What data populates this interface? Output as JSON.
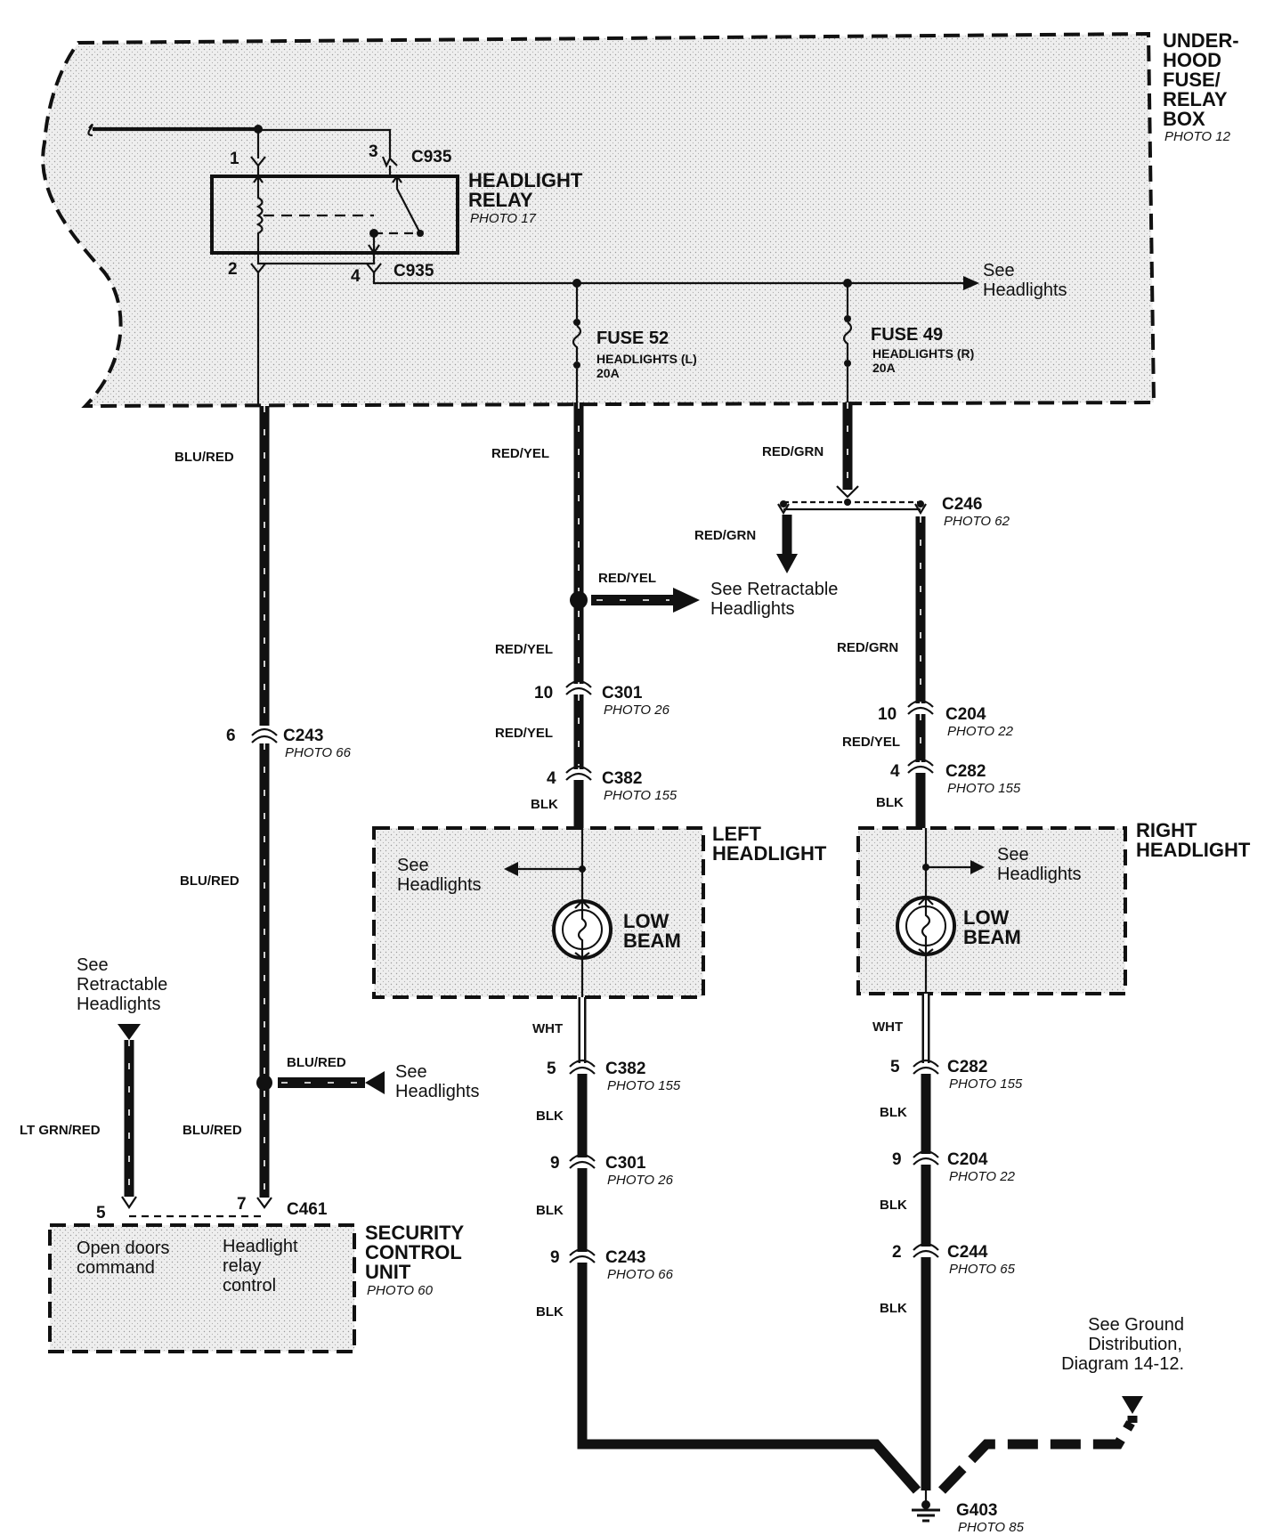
{
  "fuse_box": {
    "title_lines": [
      "UNDER-",
      "HOOD",
      "FUSE/",
      "RELAY",
      "BOX"
    ],
    "photo": "PHOTO 12"
  },
  "relay": {
    "title_lines": [
      "HEADLIGHT",
      "RELAY"
    ],
    "photo": "PHOTO 17",
    "connector": "C935",
    "pins": [
      "1",
      "3",
      "2",
      "4"
    ]
  },
  "see_headlights_top": [
    "See",
    "Headlights"
  ],
  "fuse52": {
    "name": "FUSE 52",
    "desc": "HEADLIGHTS (L)",
    "rating": "20A"
  },
  "fuse49": {
    "name": "FUSE 49",
    "desc": "HEADLIGHTS (R)",
    "rating": "20A"
  },
  "wire_colors": {
    "blu_red": "BLU/RED",
    "red_yel": "RED/YEL",
    "red_grn": "RED/GRN",
    "blk": "BLK",
    "wht": "WHT",
    "lt_grn_red": "LT GRN/RED"
  },
  "connectors": {
    "c243": {
      "name": "C243",
      "photo": "PHOTO 66"
    },
    "c246": {
      "name": "C246",
      "photo": "PHOTO 62"
    },
    "c301": {
      "name": "C301",
      "photo": "PHOTO 26"
    },
    "c382": {
      "name": "C382",
      "photo": "PHOTO 155"
    },
    "c204": {
      "name": "C204",
      "photo": "PHOTO 22"
    },
    "c282": {
      "name": "C282",
      "photo": "PHOTO 155"
    },
    "c244": {
      "name": "C244",
      "photo": "PHOTO 65"
    },
    "c461": {
      "name": "C461"
    }
  },
  "pins": {
    "p6": "6",
    "p10": "10",
    "p4": "4",
    "p5": "5",
    "p9": "9",
    "p2": "2",
    "p7": "7"
  },
  "see_retractable": [
    "See Retractable",
    "Headlights"
  ],
  "see_retractable_left": [
    "See",
    "Retractable",
    "Headlights"
  ],
  "see_headlights": [
    "See",
    "Headlights"
  ],
  "left_headlight": {
    "title_lines": [
      "LEFT",
      "HEADLIGHT"
    ],
    "bulb_lines": [
      "LOW",
      "BEAM"
    ]
  },
  "right_headlight": {
    "title_lines": [
      "RIGHT",
      "HEADLIGHT"
    ],
    "bulb_lines": [
      "LOW",
      "BEAM"
    ]
  },
  "security_unit": {
    "title_lines": [
      "SECURITY",
      "CONTROL",
      "UNIT"
    ],
    "photo": "PHOTO 60",
    "terminal_left": [
      "Open doors",
      "command"
    ],
    "terminal_right": [
      "Headlight",
      "relay",
      "control"
    ]
  },
  "ground": {
    "name": "G403",
    "photo": "PHOTO 85",
    "ref_lines": [
      "See Ground",
      "Distribution,",
      "Diagram 14-12."
    ]
  }
}
